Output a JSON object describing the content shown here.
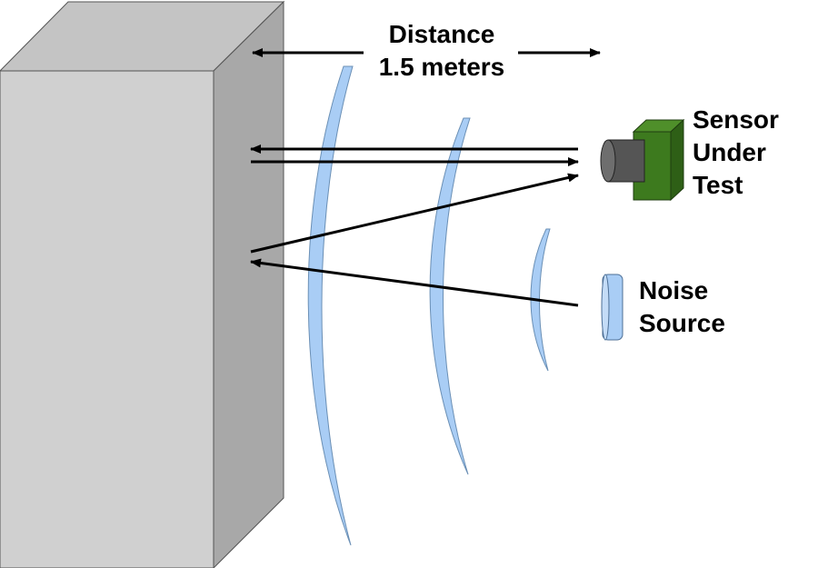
{
  "labels": {
    "distance_line1": "Distance",
    "distance_line2": "1.5 meters",
    "sensor_line1": "Sensor",
    "sensor_line2": "Under",
    "sensor_line3": "Test",
    "noise_line1": "Noise",
    "noise_line2": "Source"
  },
  "colors": {
    "wall_front": "#d0d0d0",
    "wall_top": "#c4c4c4",
    "wall_side": "#a8a8a8",
    "wave": "#a9cdf5",
    "sensor_body": "#3d7a1e",
    "sensor_lens": "#555555",
    "arrow": "#000000"
  }
}
